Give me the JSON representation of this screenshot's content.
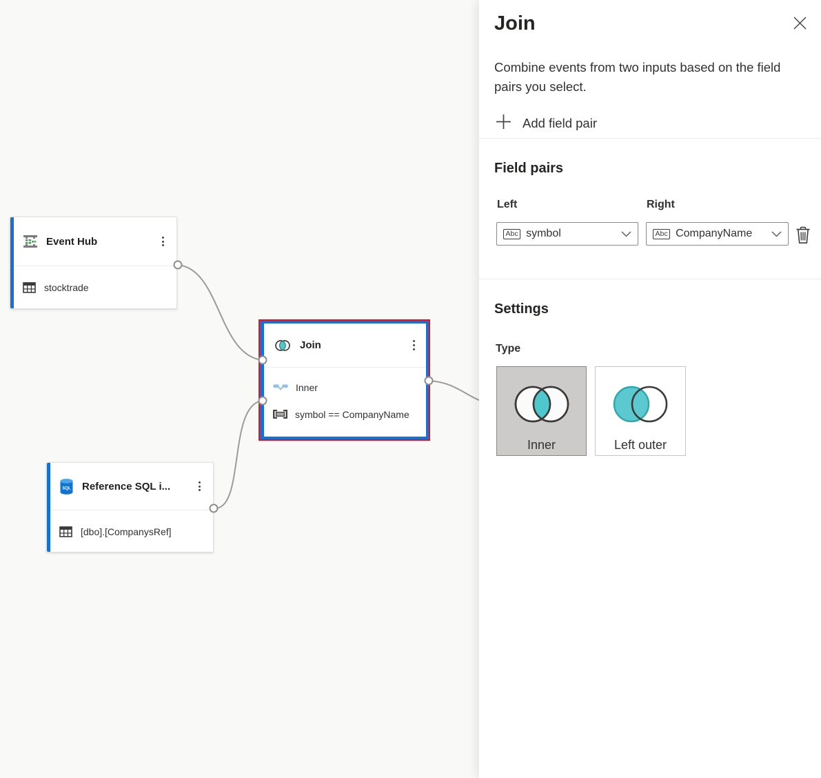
{
  "canvas": {
    "nodes": {
      "event_hub": {
        "title": "Event Hub",
        "table": "stocktrade"
      },
      "join": {
        "title": "Join",
        "join_type": "Inner",
        "condition": "symbol == CompanyName"
      },
      "reference_sql": {
        "title": "Reference SQL i...",
        "table": "[dbo].[CompanysRef]"
      }
    }
  },
  "panel": {
    "title": "Join",
    "description": "Combine events from two inputs based on the field pairs you select.",
    "add_field_pair_label": "Add field pair",
    "field_pairs": {
      "heading": "Field pairs",
      "left_label": "Left",
      "right_label": "Right",
      "left_value": "symbol",
      "right_value": "CompanyName",
      "field_type_badge": "Abc"
    },
    "settings": {
      "heading": "Settings",
      "type_label": "Type",
      "options": [
        {
          "label": "Inner",
          "selected": true
        },
        {
          "label": "Left outer",
          "selected": false
        }
      ]
    }
  },
  "colors": {
    "accent_blue": "#1372d6",
    "selection_red": "#e81123",
    "teal": "#4ec7cd",
    "connector_gray": "#9d9b99",
    "canvas_bg": "#f9f9f8"
  }
}
